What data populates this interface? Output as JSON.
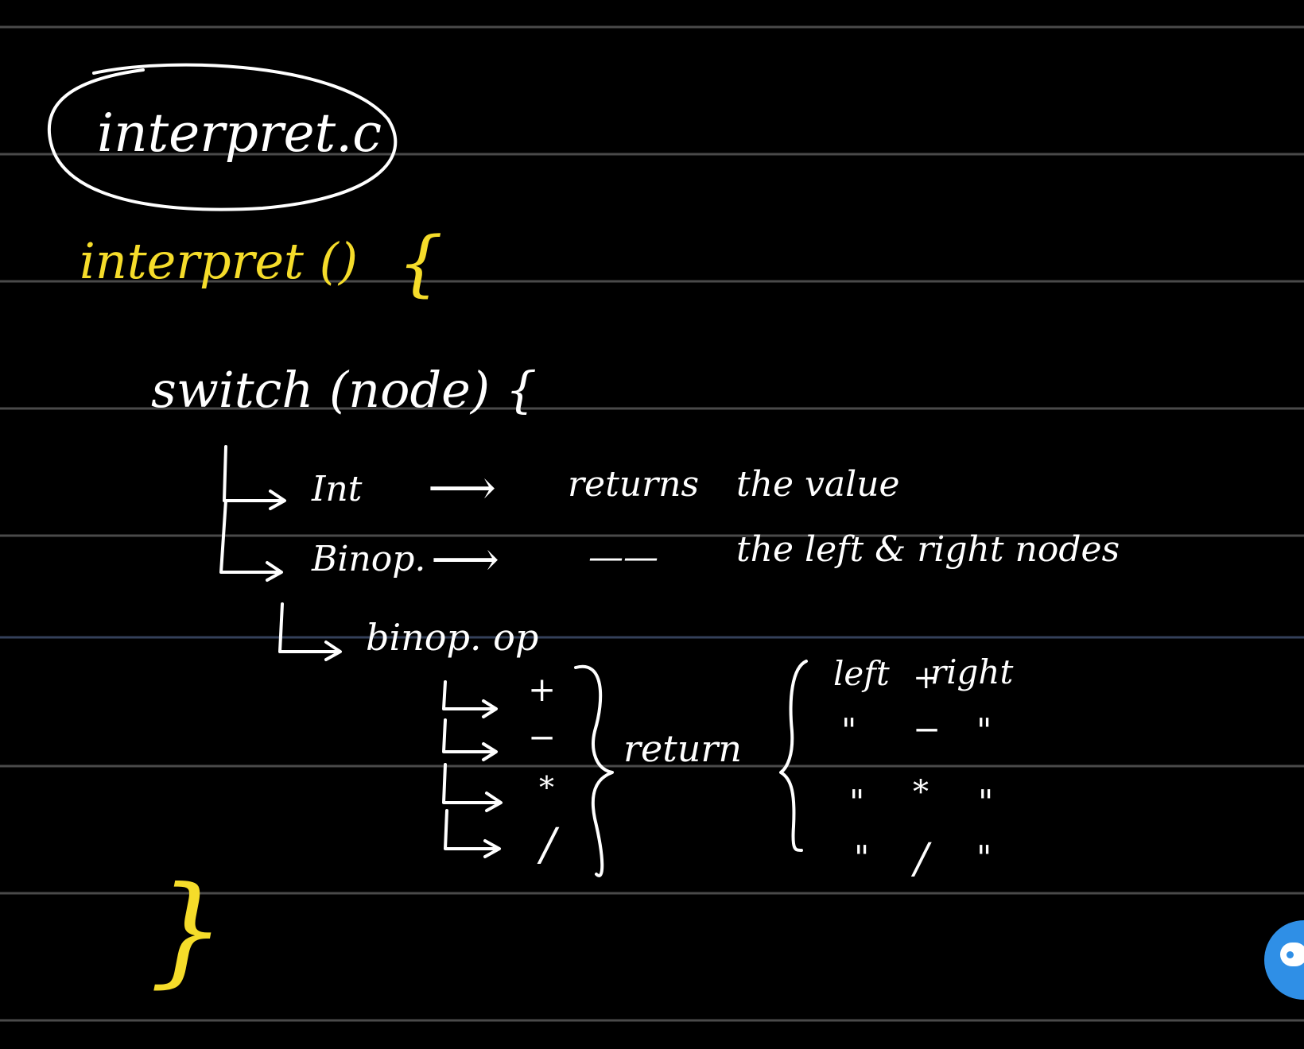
{
  "colors": {
    "background": "#000000",
    "ruled_line": "#4a4a4a",
    "ruled_line_accent": "#34405a",
    "ink_white": "#ffffff",
    "ink_yellow": "#f5dc2a",
    "chat_button": "#2f8fe6"
  },
  "note": {
    "title": "interpret.c",
    "function_signature": "interpret ()",
    "open_brace": "{",
    "close_brace": "}",
    "switch_line": "switch (node) {",
    "branches": [
      {
        "label": "Int",
        "arrow": "⟶",
        "action": "returns",
        "result": "the value"
      },
      {
        "label": "Binop.",
        "arrow": "⟶",
        "action": "——",
        "result": "the left & right nodes"
      },
      {
        "label": "binop. op",
        "arrow": "",
        "action": "",
        "result": ""
      }
    ],
    "operators": [
      "+",
      "−",
      "*",
      "/"
    ],
    "return_word": "return",
    "results": [
      {
        "left": "left",
        "op": "+",
        "right": "right"
      },
      {
        "left": "\"",
        "op": "−",
        "right": "\""
      },
      {
        "left": "\"",
        "op": "*",
        "right": "\""
      },
      {
        "left": "\"",
        "op": "/",
        "right": "\""
      }
    ]
  },
  "chat_button_icon": "chat-bubble-icon"
}
